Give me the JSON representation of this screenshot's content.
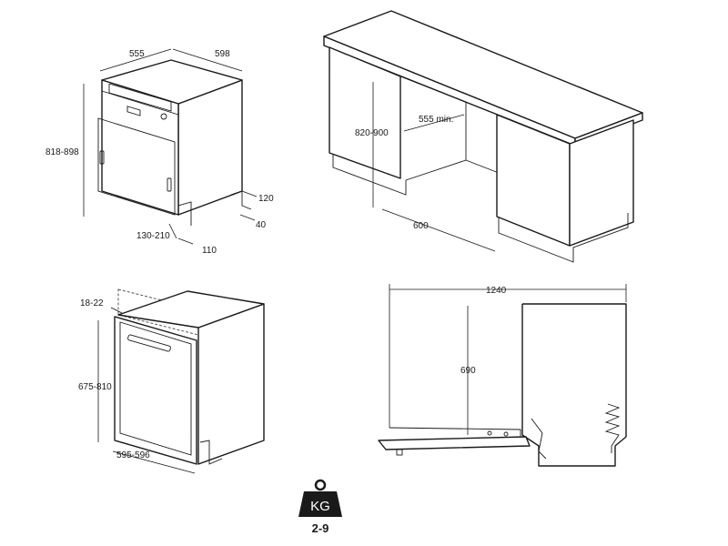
{
  "diagram": {
    "colors": {
      "line": "#1a1a1a",
      "weight_badge": "#1a1a1a",
      "background": "#ffffff"
    },
    "semi_integrated": {
      "depth": "555",
      "width": "598",
      "height": "818-898",
      "plinth_height": "120",
      "plinth_offset": "40",
      "door_bottom": "130-210",
      "plinth_depth": "110"
    },
    "cabinet": {
      "niche_height": "820-900",
      "niche_depth": "555 min.",
      "niche_width": "600"
    },
    "fully_integrated": {
      "door_thickness": "18-22",
      "door_height": "675-810",
      "door_width": "595-596"
    },
    "door_open": {
      "total_depth": "1240",
      "door_height": "690"
    },
    "weight": {
      "icon": "weight-icon",
      "unit": "KG",
      "range": "2-9"
    }
  }
}
